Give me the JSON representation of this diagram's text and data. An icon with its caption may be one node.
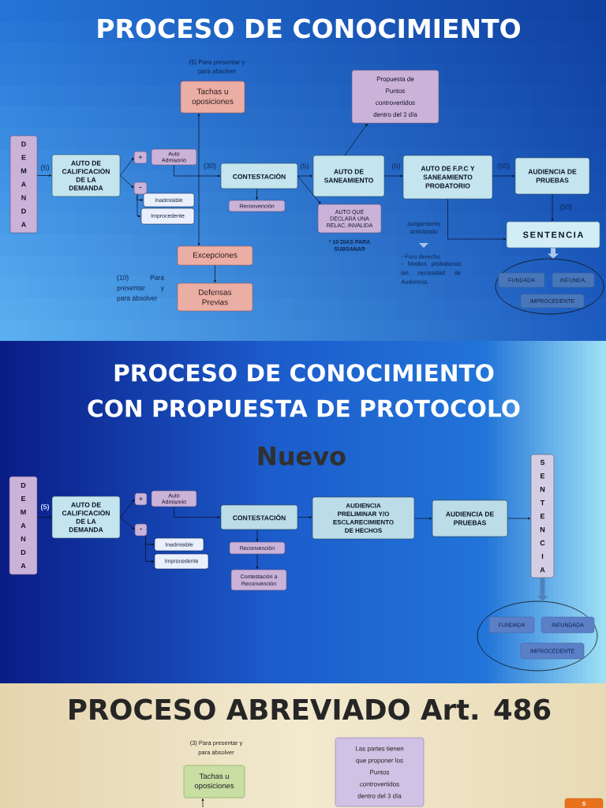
{
  "diagram": {
    "nodes": [
      {
        "text": [
          "PROCESO DE CONOCIMIENTO"
        ]
      },
      {
        "text": [
          "Tachas u oposiciones"
        ],
        "beside": [
          "(5) Para presentar y para absolver"
        ],
        "in": 0
      },
      {
        "text": [
          "Propuesta de Puntos controvertidos dentro del 3 día"
        ],
        "in": 0
      },
      {
        "text": [
          "DEMANDA"
        ],
        "in": 0
      },
      {
        "text": [
          "AUTO DE CALIFICACIÓN DE LA DEMANDA"
        ],
        "in": 0
      },
      {
        "text": [
          "+"
        ],
        "in": 0
      },
      {
        "text": [
          "Auto Admisorio"
        ],
        "in": 0
      },
      {
        "text": [
          "-"
        ],
        "in": 0
      },
      {
        "text": [
          "Inadmisible"
        ],
        "in": 0
      },
      {
        "text": [
          "Improcedente"
        ],
        "in": 0
      },
      {
        "text": [
          "CONTESTACIÓN"
        ],
        "in": 0
      },
      {
        "text": [
          "AUTO DE SANEAMIENTO"
        ],
        "in": 0
      },
      {
        "text": [
          "AUTO DE F.P.C Y SANEAMIENTO PROBATORIO"
        ],
        "in": 0
      },
      {
        "text": [
          "AUDIENCIA DE PRUEBAS"
        ],
        "in": 0
      },
      {
        "text": [
          "Reconvención"
        ],
        "in": 0
      },
      {
        "text": [
          "AUTO QUE DECLARA UNA RELAC. INVALIDA"
        ],
        "beside": [
          "* 10 DIAS PARA SUBSANAR"
        ],
        "in": 0
      },
      {
        "text": [
          "SENTENCIA"
        ],
        "in": 0
      },
      {
        "text": [
          "Excepciones"
        ],
        "in": 0
      },
      {
        "text": [],
        "shape": "ellipse",
        "in": 0
      },
      {
        "text": [
          "FUNDADA"
        ],
        "in": 18
      },
      {
        "text": [
          "INFUNDA."
        ],
        "in": 18
      },
      {
        "text": [
          "Defensas Previas"
        ],
        "beside": [
          "(10) Para presentar y para absolver"
        ],
        "in": 0
      },
      {
        "text": [
          "IMPROCEDENTE"
        ],
        "in": 18
      },
      {
        "text": [
          "PROCESO DE CONOCIMIENTO CON PROPUESTA DE PROTOCOLO",
          "Nuevo"
        ]
      },
      {
        "text": [
          "DEMANDA"
        ],
        "in": 23
      },
      {
        "text": [
          "AUTO DE CALIFICACIÓN DE LA DEMANDA"
        ],
        "in": 23
      },
      {
        "text": [
          "+"
        ],
        "in": 23
      },
      {
        "text": [
          "Auto Admisorio"
        ],
        "in": 23
      },
      {
        "text": [
          "-"
        ],
        "in": 23
      },
      {
        "text": [
          "Inadmisible"
        ],
        "in": 23
      },
      {
        "text": [
          "Improcedente"
        ],
        "in": 23
      },
      {
        "text": [
          "CONTESTACIÓN"
        ],
        "in": 23
      },
      {
        "text": [
          "Reconvención"
        ],
        "in": 23
      },
      {
        "text": [
          "Contestación a Reconvención"
        ],
        "in": 23
      },
      {
        "text": [
          "AUDIENCIA PRELIMINAR Y/O ESCLARECIMIENTO DE HECHOS"
        ],
        "in": 23
      },
      {
        "text": [
          "AUDIENCIA DE PRUEBAS"
        ],
        "in": 23
      },
      {
        "text": [
          "SENTENCIA"
        ],
        "in": 23
      },
      {
        "text": [],
        "shape": "ellipse",
        "in": 23
      },
      {
        "text": [
          "FUNDADA"
        ],
        "in": 37
      },
      {
        "text": [
          "INFUNDADA"
        ],
        "in": 37
      },
      {
        "text": [
          "IMPROCEDENTE"
        ],
        "in": 37
      },
      {
        "text": [
          "PROCESO ABREVIADO Art. 486"
        ]
      },
      {
        "text": [
          "Tachas u oposiciones"
        ],
        "beside": [
          "(3) Para presentar y para absolver"
        ],
        "in": 41
      },
      {
        "text": [
          "Las partes tienen que proponer los Puntos controvertidos dentro del 3 día"
        ],
        "in": 41
      },
      {
        "text": [
          "S"
        ],
        "in": 41
      }
    ],
    "edges": [
      {
        "from": 3,
        "to": 4,
        "arrow": "to",
        "label": "(5)"
      },
      {
        "from": 4,
        "to": 5,
        "arrow": "to"
      },
      {
        "from": 4,
        "to": 7,
        "arrow": "to"
      },
      {
        "from": 7,
        "to": 8,
        "arrow": "to"
      },
      {
        "from": 7,
        "to": 9,
        "arrow": "to"
      },
      {
        "from": 6,
        "to": 10,
        "arrow": "to",
        "label": "(30)"
      },
      {
        "from": 1,
        "to": 17,
        "arrow": "both"
      },
      {
        "from": 17,
        "to": 21,
        "arrow": "to"
      },
      {
        "from": 10,
        "to": 14,
        "arrow": "to"
      },
      {
        "from": 10,
        "to": 11,
        "arrow": "to",
        "label": "(5)"
      },
      {
        "from": 10,
        "to": 15,
        "arrow": "to"
      },
      {
        "from": 11,
        "to": 2,
        "arrow": "to"
      },
      {
        "from": 11,
        "to": 12,
        "arrow": "to",
        "label": "(5)"
      },
      {
        "from": 12,
        "to": 13,
        "arrow": "to",
        "label": "(50)"
      },
      {
        "from": 13,
        "to": 16,
        "arrow": "to",
        "label": "(50)"
      },
      {
        "from": 12,
        "to": 16,
        "arrow": "to",
        "label": "Juzgamiento anticipado"
      },
      {
        "from": 16,
        "to": 18,
        "arrow": "to",
        "style": "thick",
        "color": "#a9c8ea"
      },
      {
        "from": 24,
        "to": 25,
        "arrow": "to",
        "label": "(5)"
      },
      {
        "from": 25,
        "to": 26,
        "arrow": "to"
      },
      {
        "from": 25,
        "to": 28,
        "arrow": "to"
      },
      {
        "from": 28,
        "to": 29,
        "arrow": "to"
      },
      {
        "from": 28,
        "to": 30,
        "arrow": "to"
      },
      {
        "from": 27,
        "to": 31,
        "arrow": "to"
      },
      {
        "from": 31,
        "to": 32,
        "arrow": "to"
      },
      {
        "from": 32,
        "to": 33,
        "arrow": "to"
      },
      {
        "from": 31,
        "to": 34,
        "arrow": "to"
      },
      {
        "from": 34,
        "to": 35,
        "arrow": "to"
      },
      {
        "from": 35,
        "to": 36,
        "arrow": "to"
      },
      {
        "from": 36,
        "to": 37,
        "arrow": "to",
        "style": "thick",
        "color": "#4f81bd"
      },
      {
        "from": null,
        "to": 42,
        "arrow": "to"
      }
    ],
    "labels": [
      "- Puro derecho",
      "- Medios probatorios sin necesidad de Audiencia."
    ]
  }
}
